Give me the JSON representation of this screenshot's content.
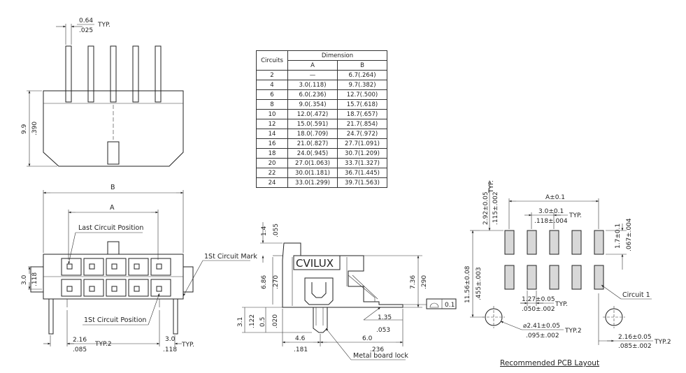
{
  "top_view": {
    "pin_width_mm": "0.64",
    "pin_width_in": ".025",
    "typ": "TYP.",
    "height_mm": "9.9",
    "height_in": ".390"
  },
  "table": {
    "header_circuits": "Circuits",
    "header_dimension": "Dimension",
    "header_a": "A",
    "header_b": "B",
    "rows": [
      {
        "circuits": "2",
        "a": "—",
        "b": "6.7(.264)"
      },
      {
        "circuits": "4",
        "a": "3.0(.118)",
        "b": "9.7(.382)"
      },
      {
        "circuits": "6",
        "a": "6.0(.236)",
        "b": "12.7(.500)"
      },
      {
        "circuits": "8",
        "a": "9.0(.354)",
        "b": "15.7(.618)"
      },
      {
        "circuits": "10",
        "a": "12.0(.472)",
        "b": "18.7(.657)"
      },
      {
        "circuits": "12",
        "a": "15.0(.591)",
        "b": "21.7(.854)"
      },
      {
        "circuits": "14",
        "a": "18.0(.709)",
        "b": "24.7(.972)"
      },
      {
        "circuits": "16",
        "a": "21.0(.827)",
        "b": "27.7(1.091)"
      },
      {
        "circuits": "18",
        "a": "24.0(.945)",
        "b": "30.7(1.209)"
      },
      {
        "circuits": "20",
        "a": "27.0(1.063)",
        "b": "33.7(1.327)"
      },
      {
        "circuits": "22",
        "a": "30.0(1.181)",
        "b": "36.7(1.445)"
      },
      {
        "circuits": "24",
        "a": "33.0(1.299)",
        "b": "39.7(1.563)"
      }
    ]
  },
  "front_view": {
    "label_b": "B",
    "label_a": "A",
    "last_circuit": "Last Circuit Position",
    "first_circuit_mark": "1St Circuit Mark",
    "first_circuit_position": "1St Circuit Position",
    "row_pitch_mm": "3.0",
    "row_pitch_in": ".118",
    "pitch_left_mm": "2.16",
    "pitch_left_typ": "TYP.2",
    "pitch_left_in": ".085",
    "pitch_right_mm": "3.0",
    "pitch_right_typ": "TYP.",
    "pitch_right_in": ".118"
  },
  "side_view": {
    "brand": "CVILUX",
    "d1_mm": "1.4",
    "d1_in": ".055",
    "d2_mm": "6.86",
    "d2_in": ".270",
    "d3_mm": "7.36",
    "d3_in": ".290",
    "d4_mm": "3.1",
    "d4_in": ".122",
    "d5_mm": "0.5",
    "d5_in": ".020",
    "d6_mm": "1.35",
    "d6_in": ".053",
    "d7_mm": "4.6",
    "d7_in": ".181",
    "d8_mm": "6.0",
    "d8_in": ".236",
    "flatness": "0.1",
    "metal_board_lock": "Metal board lock"
  },
  "pcb_layout": {
    "title": "Recommended PCB Layout",
    "a_tol": "A±0.1",
    "pitch_mm": "3.0±0.1",
    "pitch_in": ".118±.004",
    "pitch_typ": "TYP.",
    "top_mm": "2.92±0.05",
    "top_in": ".115±.002",
    "top_typ": "TYP.",
    "pad_len_mm": "1.7±0.1",
    "pad_len_in": ".067±.004",
    "height_mm": "11.56±0.08",
    "height_in": ".455±.003",
    "pad_w_mm": "1.27±0.05",
    "pad_w_in": ".050±.002",
    "pad_w_typ": "TYP.",
    "hole_mm": "⌀2.41±0.05",
    "hole_in": ".095±.002",
    "hole_typ": "TYP.2",
    "edge_mm": "2.16±0.05",
    "edge_in": ".085±.002",
    "edge_typ": "TYP.2",
    "circuit1": "Circuit 1"
  }
}
